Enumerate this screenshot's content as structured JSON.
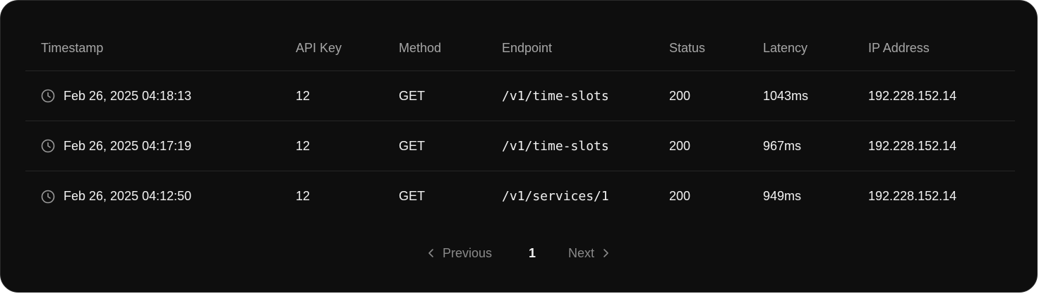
{
  "table": {
    "headers": {
      "timestamp": "Timestamp",
      "api_key": "API Key",
      "method": "Method",
      "endpoint": "Endpoint",
      "status": "Status",
      "latency": "Latency",
      "ip": "IP Address"
    },
    "rows": [
      {
        "timestamp": "Feb 26, 2025 04:18:13",
        "api_key": "12",
        "method": "GET",
        "endpoint": "/v1/time-slots",
        "status": "200",
        "latency": "1043ms",
        "ip": "192.228.152.14"
      },
      {
        "timestamp": "Feb 26, 2025 04:17:19",
        "api_key": "12",
        "method": "GET",
        "endpoint": "/v1/time-slots",
        "status": "200",
        "latency": "967ms",
        "ip": "192.228.152.14"
      },
      {
        "timestamp": "Feb 26, 2025 04:12:50",
        "api_key": "12",
        "method": "GET",
        "endpoint": "/v1/services/1",
        "status": "200",
        "latency": "949ms",
        "ip": "192.228.152.14"
      }
    ],
    "row_icon": "clock-icon"
  },
  "pagination": {
    "previous_label": "Previous",
    "current_page": "1",
    "next_label": "Next"
  },
  "colors": {
    "background": "#0e0e0e",
    "method_get": "#5b7fe6",
    "status_ok": "#5fae5f",
    "header_text": "#a6a6a6",
    "body_text": "#f2f2f2"
  }
}
